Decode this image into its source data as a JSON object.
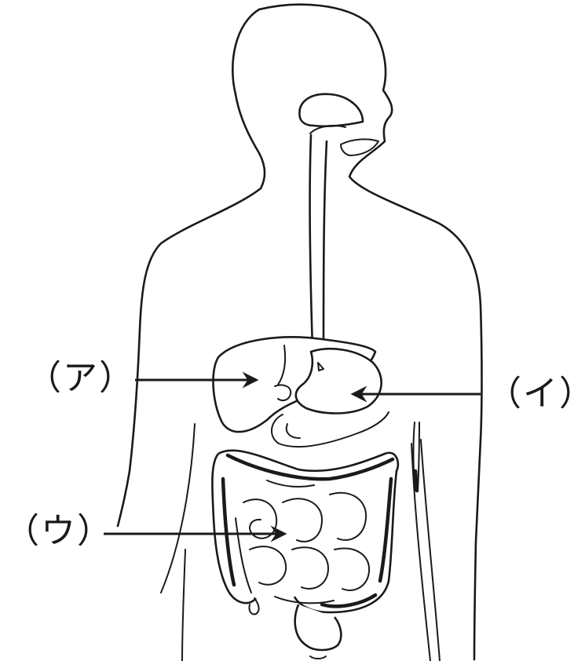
{
  "labels": {
    "a": "（ア）",
    "i": "（イ）",
    "u": "（ウ）"
  }
}
